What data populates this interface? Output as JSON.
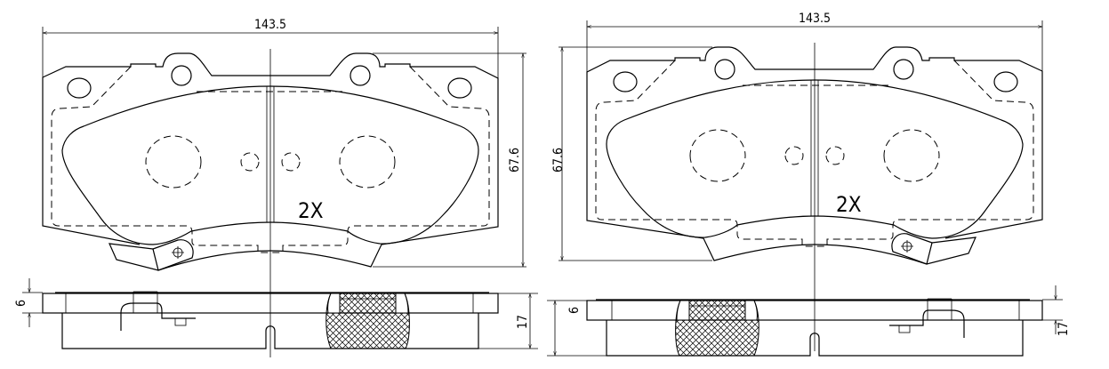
{
  "drawings": [
    {
      "width_dim": "143.5",
      "height_dim": "67.6",
      "quantity": "2X",
      "plate_thickness_dim": "6",
      "total_thickness_dim": "17"
    },
    {
      "width_dim": "143.5",
      "height_dim": "67.6",
      "quantity": "2X",
      "plate_thickness_dim": "6",
      "total_thickness_dim": "17"
    }
  ]
}
